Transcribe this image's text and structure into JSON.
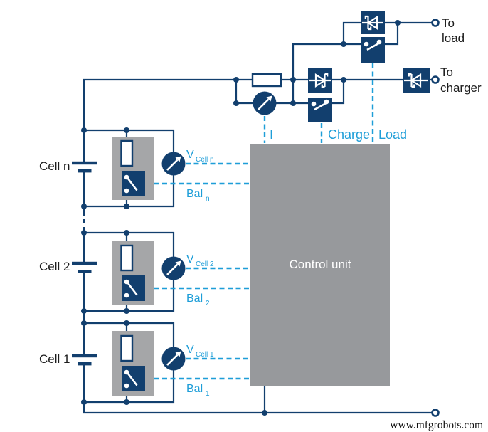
{
  "colors": {
    "navy": "#123f6e",
    "cyan": "#1e9ed8",
    "gray_panel": "#a5a6a8",
    "gray_control": "#97999c",
    "ink": "#1c1c1c",
    "paper": "#ffffff"
  },
  "control_unit": {
    "label": "Control unit"
  },
  "signals": {
    "current": "I",
    "charge": "Charge",
    "load": "Load"
  },
  "terminal_load": {
    "line1": "To",
    "line2": "load"
  },
  "terminal_charger": {
    "line1": "To",
    "line2": "charger"
  },
  "cells": [
    {
      "name": "Cell n",
      "v_main": "V",
      "v_sub": "Cell n",
      "bal_main": "Bal",
      "bal_sub": "n"
    },
    {
      "name": "Cell 2",
      "v_main": "V",
      "v_sub": "Cell 2",
      "bal_main": "Bal",
      "bal_sub": "2"
    },
    {
      "name": "Cell 1",
      "v_main": "V",
      "v_sub": "Cell 1",
      "bal_main": "Bal",
      "bal_sub": "1"
    }
  ],
  "icons": {
    "shunt": "shunt-resistor",
    "ammeter": "ammeter-icon",
    "voltmeter": "voltmeter-icon",
    "diode": "schottky-diode-icon",
    "switch": "switch-icon",
    "battery": "battery-cell-icon"
  },
  "watermark": {
    "text": "www.mfgrobots.com"
  }
}
